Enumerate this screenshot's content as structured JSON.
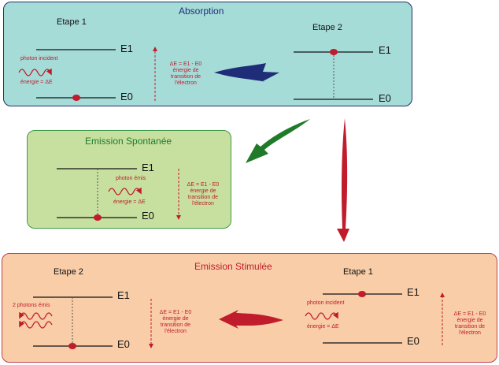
{
  "absorption": {
    "title": "Absorption",
    "step1": "Etape 1",
    "step2": "Etape 2",
    "e1": "E1",
    "e0": "E0",
    "photon_label": "photon incident",
    "photon_energy": "énergie = ΔE",
    "delta": "ΔE = E1 - E0",
    "transition": [
      "énergie de",
      "transition de",
      "l'électron"
    ]
  },
  "spontaneous": {
    "title": "Emission Spontanée",
    "e1": "E1",
    "e0": "E0",
    "photon_label": "photon émis",
    "photon_energy": "énergie = ΔE",
    "delta": "ΔE = E1 - E0",
    "transition": [
      "énergie de",
      "transition de",
      "l'électron"
    ]
  },
  "stimulated": {
    "title": "Emission Stimulée",
    "step2": "Etape 2",
    "step1": "Etape 1",
    "e1": "E1",
    "e0": "E0",
    "emitted_label": "2 photons émis",
    "photon_label": "photon incident",
    "photon_energy": "énergie = ΔE",
    "delta": "ΔE = E1 - E0",
    "transition": [
      "énergie de",
      "transition de",
      "l'électron"
    ]
  },
  "colors": {
    "absorption_bg": "#a6dcd8",
    "absorption_title": "#1f2d78",
    "spontaneous_bg": "#c7e0a0",
    "spontaneous_title": "#1f7a2a",
    "stimulated_bg": "#f8cda8",
    "stimulated_title": "#c01c2c",
    "accent_red": "#c01c2c",
    "electron": "#c01c2c"
  }
}
